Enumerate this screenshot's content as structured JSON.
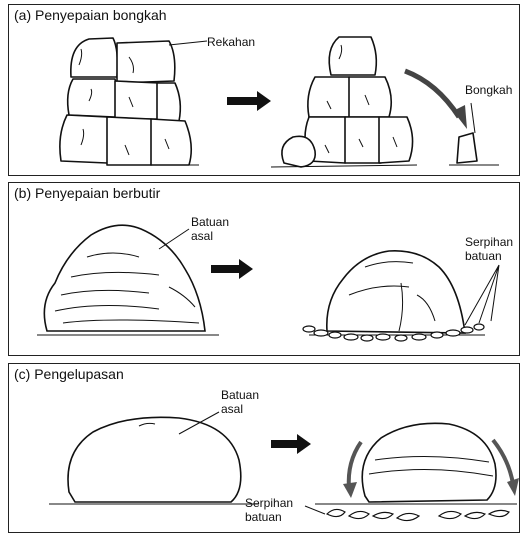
{
  "panels": [
    {
      "title": "(a) Penyepaian bongkah",
      "labels": {
        "crack": "Rekahan",
        "block": "Bongkah"
      }
    },
    {
      "title": "(b) Penyepaian berbutir",
      "labels": {
        "parent_l1": "Batuan",
        "parent_l2": "asal",
        "frag_l1": "Serpihan",
        "frag_l2": "batuan"
      }
    },
    {
      "title": "(c) Pengelupasan",
      "labels": {
        "parent_l1": "Batuan",
        "parent_l2": "asal",
        "frag_l1": "Serpihan",
        "frag_l2": "batuan"
      }
    }
  ]
}
